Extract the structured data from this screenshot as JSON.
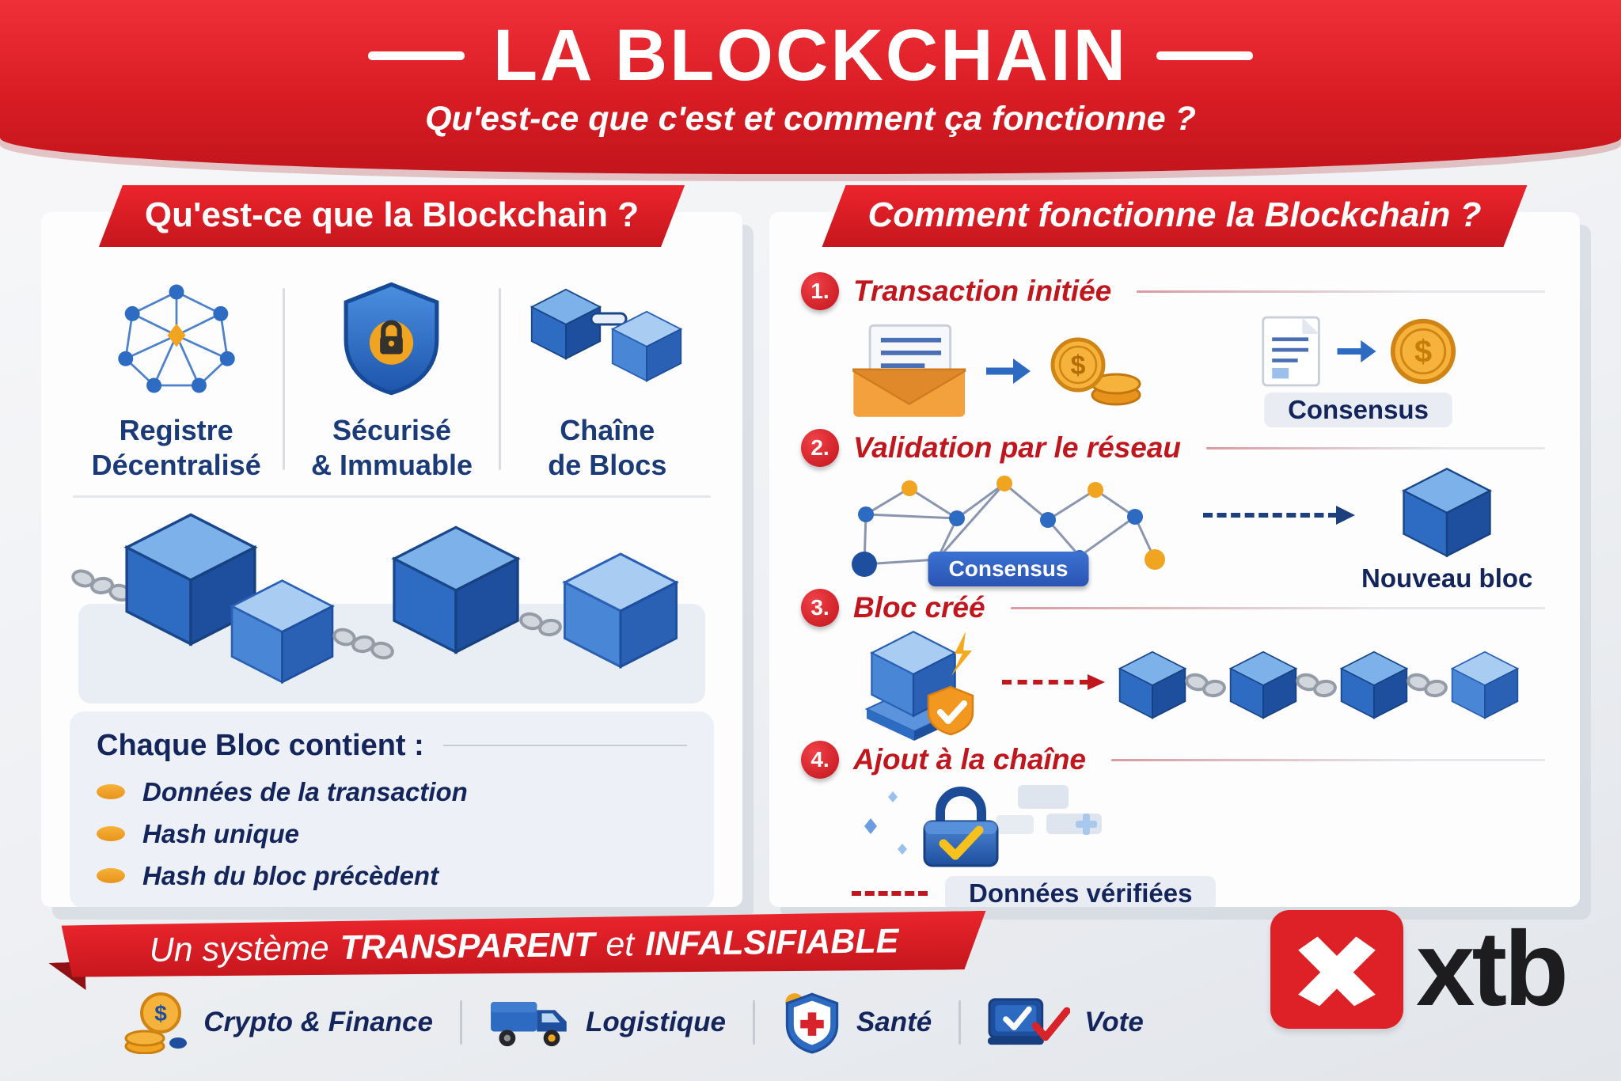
{
  "colors": {
    "red": "#d8232a",
    "blue": "#2d6ac2",
    "navy": "#14255c",
    "orange": "#f0a41f"
  },
  "header": {
    "title": "LA BLOCKCHAIN",
    "subtitle": "Qu'est-ce que c'est et comment ça fonctionne ?"
  },
  "left_panel": {
    "title": "Qu'est-ce que la Blockchain ?",
    "features": [
      {
        "icon": "network-icon",
        "label": "Registre\nDécentralisé"
      },
      {
        "icon": "shield-lock-icon",
        "label": "Sécurisé\n& Immuable"
      },
      {
        "icon": "chained-blocks-icon",
        "label": "Chaîne\nde Blocs"
      }
    ],
    "block_box": {
      "title": "Chaque Bloc contient :",
      "items": [
        "Données de la transaction",
        "Hash unique",
        "Hash du bloc précèdent"
      ]
    }
  },
  "right_panel": {
    "title": "Comment fonctionne la Blockchain ?",
    "steps": [
      {
        "number": "1.",
        "label": "Transaction initiée"
      },
      {
        "number": "2.",
        "label": "Validation par le réseau"
      },
      {
        "number": "3.",
        "label": "Bloc créé"
      },
      {
        "number": "4.",
        "label": "Ajout à la chaîne"
      }
    ],
    "consensus_top": "Consensus",
    "consensus_network": "Consensus",
    "nouveau_bloc": "Nouveau bloc",
    "donnees_verifiees": "Données vérifiées"
  },
  "ribbon": {
    "prefix": "Un système",
    "bold_1": "TRANSPARENT",
    "middle": "et",
    "bold_2": "INFALSIFIABLE"
  },
  "footer": {
    "use_cases": [
      {
        "icon": "coins-icon",
        "label": "Crypto & Finance"
      },
      {
        "icon": "truck-icon",
        "label": "Logistique"
      },
      {
        "icon": "health-shield-icon",
        "label": "Santé"
      },
      {
        "icon": "vote-icon",
        "label": "Vote"
      }
    ],
    "brand": "xtb"
  }
}
